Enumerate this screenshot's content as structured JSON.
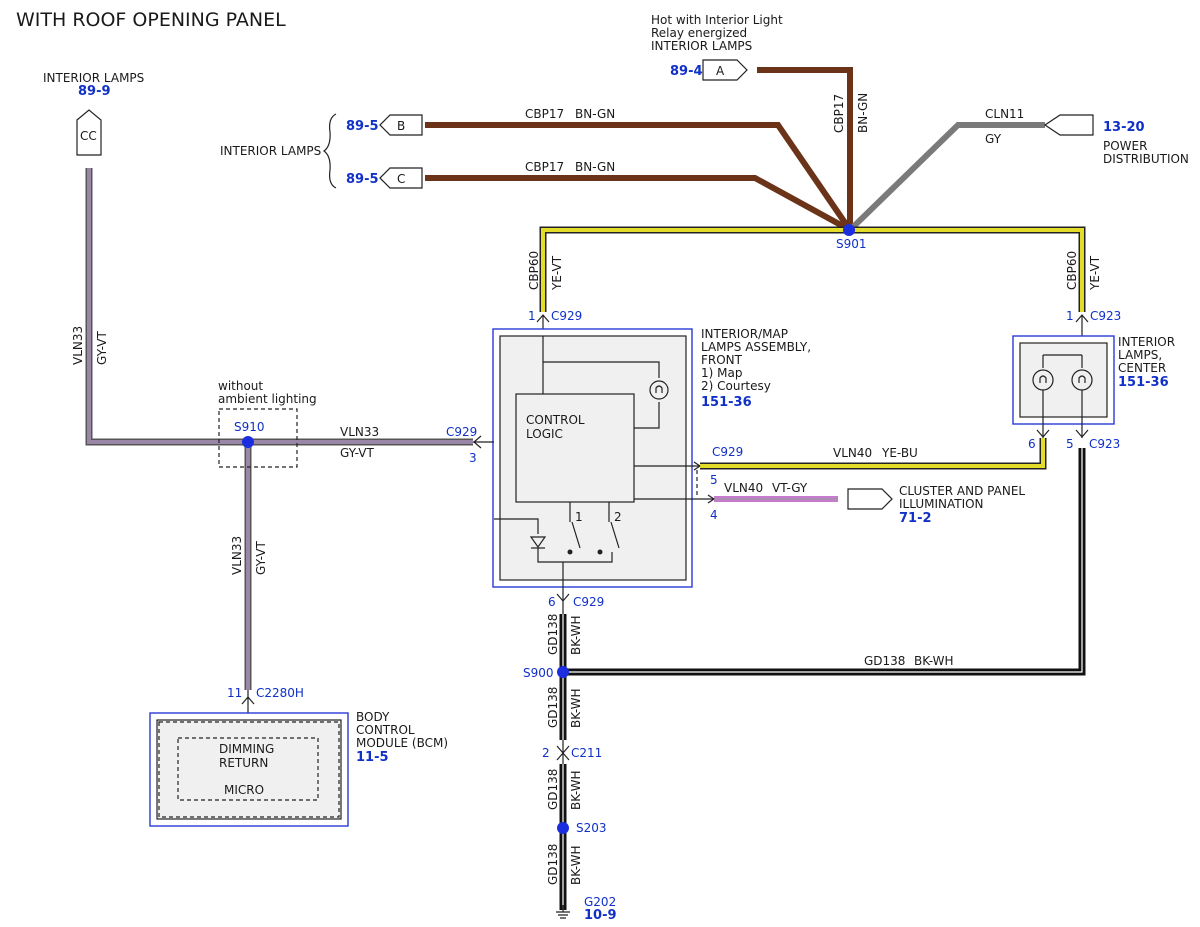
{
  "title": "WITH ROOF OPENING PANEL",
  "colors": {
    "brown": "#6b3318",
    "gray": "#7a7a7a",
    "yellow": "#e4dc2a",
    "gray_violet": "#9a86a6",
    "violet": "#c67ad0",
    "black": "#111111",
    "ref_blue": "#1030c8",
    "splice_blue": "#1a2ee0"
  },
  "labels": {
    "hot_1": "Hot with Interior Light",
    "hot_2": "Relay energized",
    "hot_3": "INTERIOR LAMPS",
    "ref_a": "89-4",
    "pin_a": "A",
    "ref_b": "89-5",
    "pin_b": "B",
    "ref_c": "89-5",
    "pin_c": "C",
    "interior_lamps_bc": "INTERIOR LAMPS",
    "interior_lamps_cc": "INTERIOR LAMPS",
    "ref_cc": "89-9",
    "pin_cc": "CC",
    "cbp17_b": "CBP17",
    "bngn_b": "BN-GN",
    "cbp17_c": "CBP17",
    "bngn_c": "BN-GN",
    "cbp17_v": "CBP17",
    "bngn_v": "BN-GN",
    "cln11": "CLN11",
    "gy": "GY",
    "ref_pwr": "13-20",
    "pwr_1": "POWER",
    "pwr_2": "DISTRIBUTION",
    "s901": "S901",
    "cbp60_l": "CBP60",
    "yevt_l": "YE-VT",
    "cbp60_r": "CBP60",
    "yevt_r": "YE-VT",
    "pin1_l": "1",
    "c929_top": "C929",
    "pin1_r": "1",
    "c923_top": "C923",
    "front_1": "INTERIOR/MAP",
    "front_2": "LAMPS ASSEMBLY,",
    "front_3": "FRONT",
    "front_4": "1) Map",
    "front_5": "2) Courtesy",
    "ref_front": "151-36",
    "center_1": "INTERIOR",
    "center_2": "LAMPS,",
    "center_3": "CENTER",
    "ref_center": "151-36",
    "control_1": "CONTROL",
    "control_2": "LOGIC",
    "sw1": "1",
    "sw2": "2",
    "vln33_l": "VLN33",
    "gyvt_l": "GY-VT",
    "without_1": "without",
    "without_2": "ambient lighting",
    "s910": "S910",
    "vln33_h": "VLN33",
    "gyvt_h": "GY-VT",
    "c929_left": "C929",
    "pin3": "3",
    "c929_mid": "C929",
    "pin5": "5",
    "vln40_y": "VLN40",
    "yebu": "YE-BU",
    "vln40_v": "VLN40",
    "vtgy": "VT-GY",
    "pin4": "4",
    "cluster_1": "CLUSTER AND PANEL",
    "cluster_2": "ILLUMINATION",
    "ref_cluster": "71-2",
    "pin6_r": "6",
    "pin5_r": "5",
    "c923_bot": "C923",
    "vln33_v": "VLN33",
    "gyvt_v": "GY-VT",
    "pin11": "11",
    "c2280h": "C2280H",
    "bcm_1": "BODY",
    "bcm_2": "CONTROL",
    "bcm_3": "MODULE (BCM)",
    "ref_bcm": "11-5",
    "dimming_1": "DIMMING",
    "dimming_2": "RETURN",
    "micro": "MICRO",
    "pin6_b": "6",
    "c929_bot": "C929",
    "gd138_1": "GD138",
    "bkwh_1": "BK-WH",
    "s900": "S900",
    "gd138_h": "GD138",
    "bkwh_h": "BK-WH",
    "gd138_2": "GD138",
    "bkwh_2": "BK-WH",
    "pin2": "2",
    "c211": "C211",
    "gd138_3": "GD138",
    "bkwh_3": "BK-WH",
    "s203": "S203",
    "gd138_4": "GD138",
    "bkwh_4": "BK-WH",
    "g202": "G202",
    "ref_g202": "10-9"
  }
}
